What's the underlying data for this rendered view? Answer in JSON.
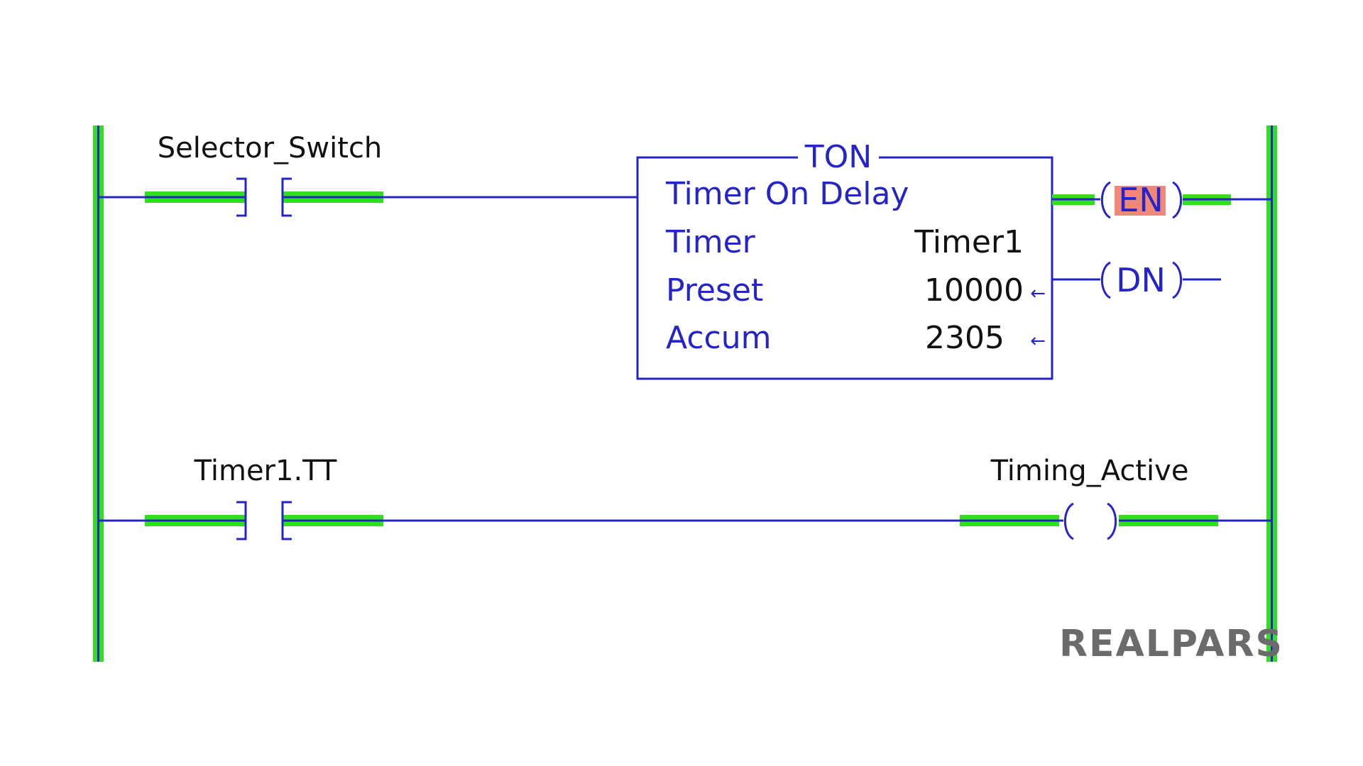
{
  "colors": {
    "wire": "#2424c8",
    "power_highlight": "#33dd22",
    "label_text": "#111111",
    "en_highlight": "#f08878",
    "logo": "#6b6b6b"
  },
  "rung1": {
    "contact_label": "Selector_Switch",
    "contact_energized": true,
    "block": {
      "type": "TON",
      "title": "Timer On Delay",
      "rows": [
        {
          "name": "Timer",
          "value": "Timer1",
          "arrow": ""
        },
        {
          "name": "Preset",
          "value": "10000",
          "arrow": "←"
        },
        {
          "name": "Accum",
          "value": "2305",
          "arrow": "←"
        }
      ]
    },
    "outputs": [
      {
        "label": "EN",
        "active": true
      },
      {
        "label": "DN",
        "active": false
      }
    ]
  },
  "rung2": {
    "contact_label": "Timer1.TT",
    "contact_energized": true,
    "coil_label": "Timing_Active",
    "coil_energized": true
  },
  "logo": {
    "text": "REALPARS"
  }
}
